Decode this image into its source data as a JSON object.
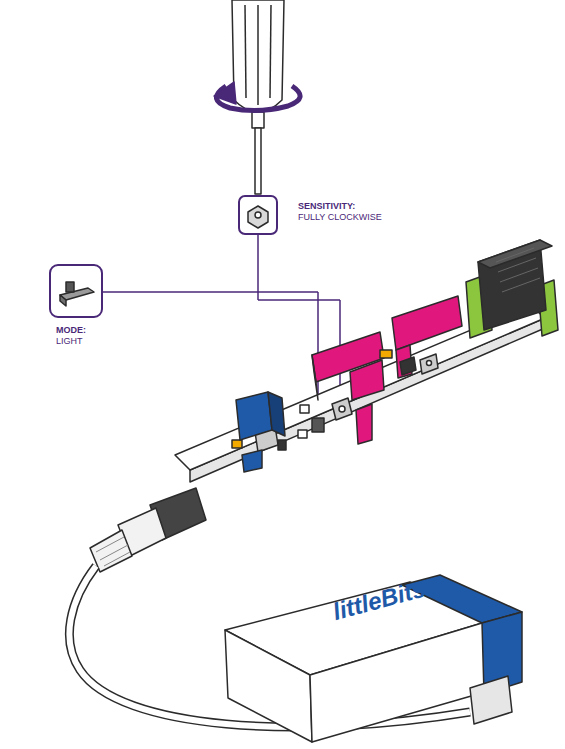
{
  "diagram": {
    "labels": [
      "SENSITIVITY:",
      "FULLY CLOCKWISE",
      "MODE:",
      "LIGHT",
      "littleBits"
    ]
  }
}
